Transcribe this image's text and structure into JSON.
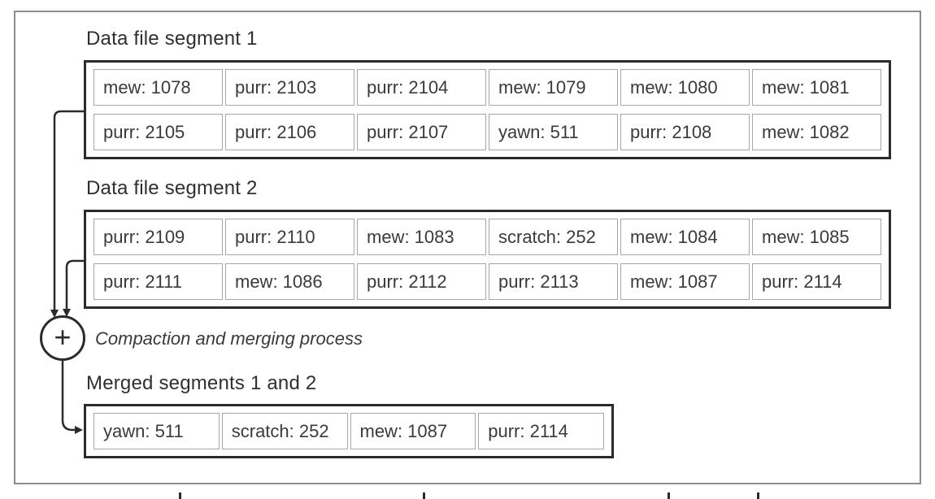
{
  "segment1": {
    "title": "Data file segment 1",
    "rows": [
      [
        "mew: 1078",
        "purr: 2103",
        "purr: 2104",
        "mew: 1079",
        "mew: 1080",
        "mew: 1081"
      ],
      [
        "purr: 2105",
        "purr: 2106",
        "purr: 2107",
        "yawn: 511",
        "purr: 2108",
        "mew: 1082"
      ]
    ]
  },
  "segment2": {
    "title": "Data file segment 2",
    "rows": [
      [
        "purr: 2109",
        "purr: 2110",
        "mew: 1083",
        "scratch: 252",
        "mew: 1084",
        "mew: 1085"
      ],
      [
        "purr: 2111",
        "mew: 1086",
        "purr: 2112",
        "purr: 2113",
        "mew: 1087",
        "purr: 2114"
      ]
    ]
  },
  "merge": {
    "operator": "+",
    "label": "Compaction and merging process"
  },
  "merged": {
    "title": "Merged segments 1 and 2",
    "rows": [
      [
        "yawn: 511",
        "scratch: 252",
        "mew: 1087",
        "purr: 2114"
      ]
    ]
  },
  "colors": {
    "segment_box_border": "#2b2b2b",
    "cell_border": "#a6a6a6",
    "outer_frame_border": "#8d8d8d",
    "text": "#3a3a3a",
    "background": "#ffffff"
  }
}
